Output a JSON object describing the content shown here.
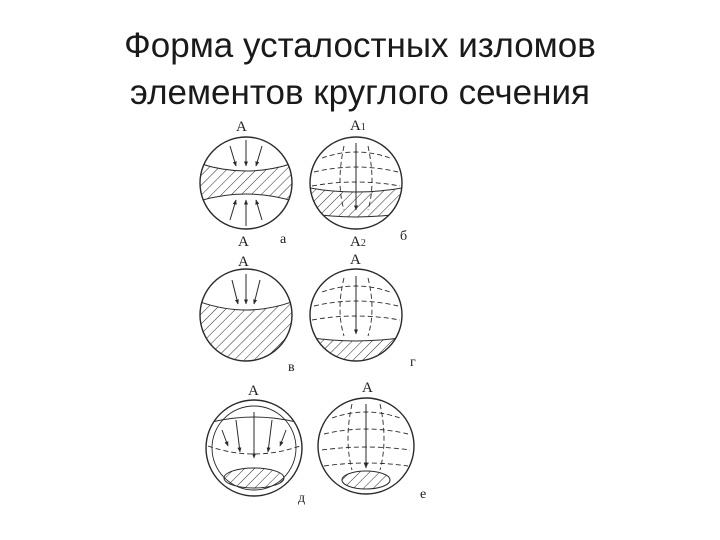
{
  "title": {
    "line1": "Форма усталостных изломов",
    "line2": "элементов круглого сечения"
  },
  "panels": [
    {
      "key": "a",
      "type": "two-sided",
      "top_label": "A",
      "top_sub": "",
      "bottom_label": "A",
      "bottom_sub": "",
      "caption": "а"
    },
    {
      "key": "b",
      "type": "rotating-two-sided",
      "top_label": "A",
      "top_sub": "1",
      "bottom_label": "A",
      "bottom_sub": "2",
      "caption": "б"
    },
    {
      "key": "v",
      "type": "one-sided",
      "top_label": "A",
      "caption": "в"
    },
    {
      "key": "g",
      "type": "rotating-one-sided",
      "top_label": "A",
      "caption": "г"
    },
    {
      "key": "d",
      "type": "surface-crack",
      "top_label": "A",
      "caption": "д"
    },
    {
      "key": "e",
      "type": "rotating-surface-crack",
      "top_label": "A",
      "caption": "е"
    }
  ],
  "colors": {
    "line": "#2a2a2a",
    "text": "#1a1a1a"
  }
}
